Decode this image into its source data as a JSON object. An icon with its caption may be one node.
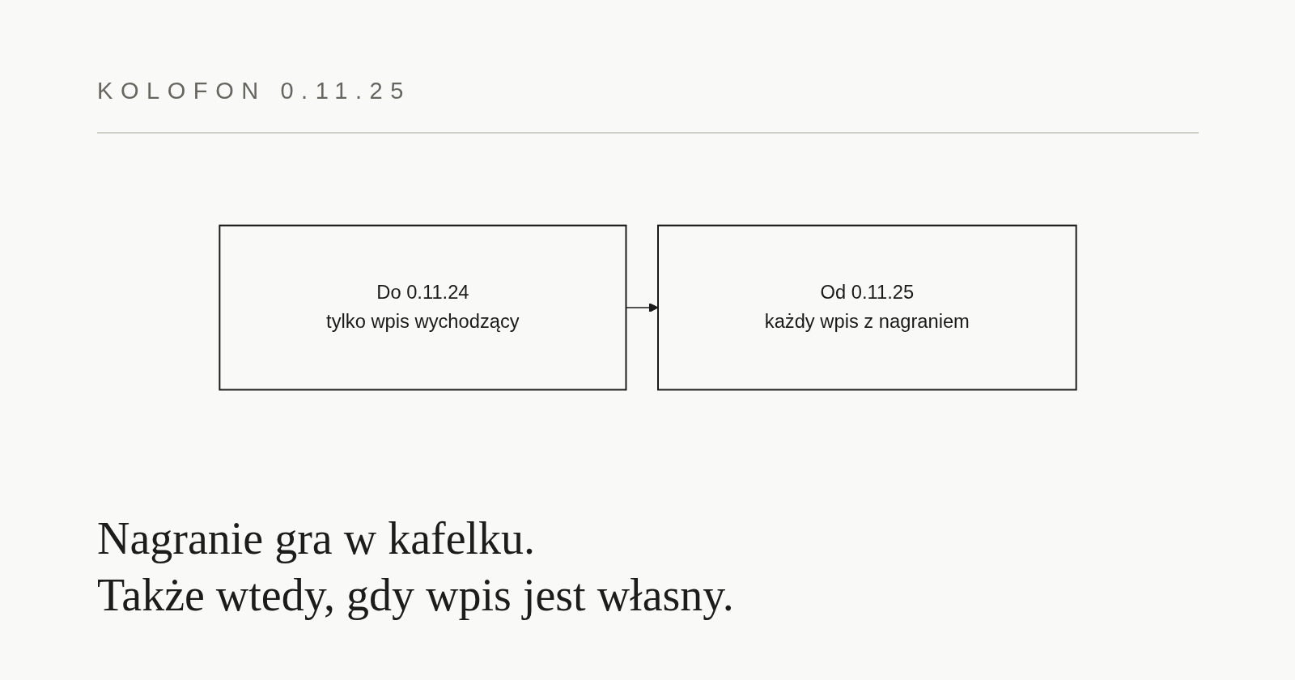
{
  "diagram": {
    "title": "KOLOFON 0.11.25",
    "nodes": [
      {
        "text": [
          "Do 0.11.24",
          "tylko wpis wychodzący"
        ]
      },
      {
        "text": [
          "Od 0.11.25",
          "każdy wpis z nagraniem"
        ]
      }
    ],
    "edges": [
      {
        "from": 0,
        "to": 1,
        "arrow": "to"
      }
    ],
    "caption": "Nagranie gra w kafelku. Także wtedy, gdy wpis jest własny."
  }
}
